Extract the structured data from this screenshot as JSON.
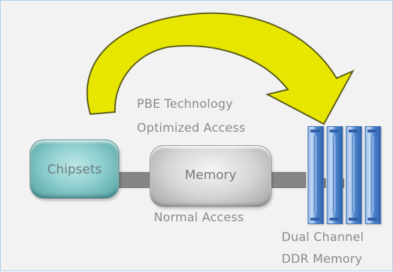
{
  "diagram": {
    "optimized_label_line1": "PBE Technology",
    "optimized_label_line2": "Optimized Access",
    "normal_label": "Normal Access",
    "chipset_label": "Chipsets",
    "memory_label": "Memory",
    "ddr_label_line1": "Dual Channel",
    "ddr_label_line2": "DDR Memory"
  },
  "colors": {
    "arrow_fill": "#e6e600",
    "arrow_stroke": "#5a5a1e",
    "connector": "#858585",
    "chipset": "#8fcfcf",
    "memory": "#d6d6d6",
    "ddr": "#4f86cf",
    "text": "#8a8a8a"
  },
  "icons": {
    "arrow": "curved-arrow-icon",
    "ddr_stick": "memory-module-icon"
  }
}
